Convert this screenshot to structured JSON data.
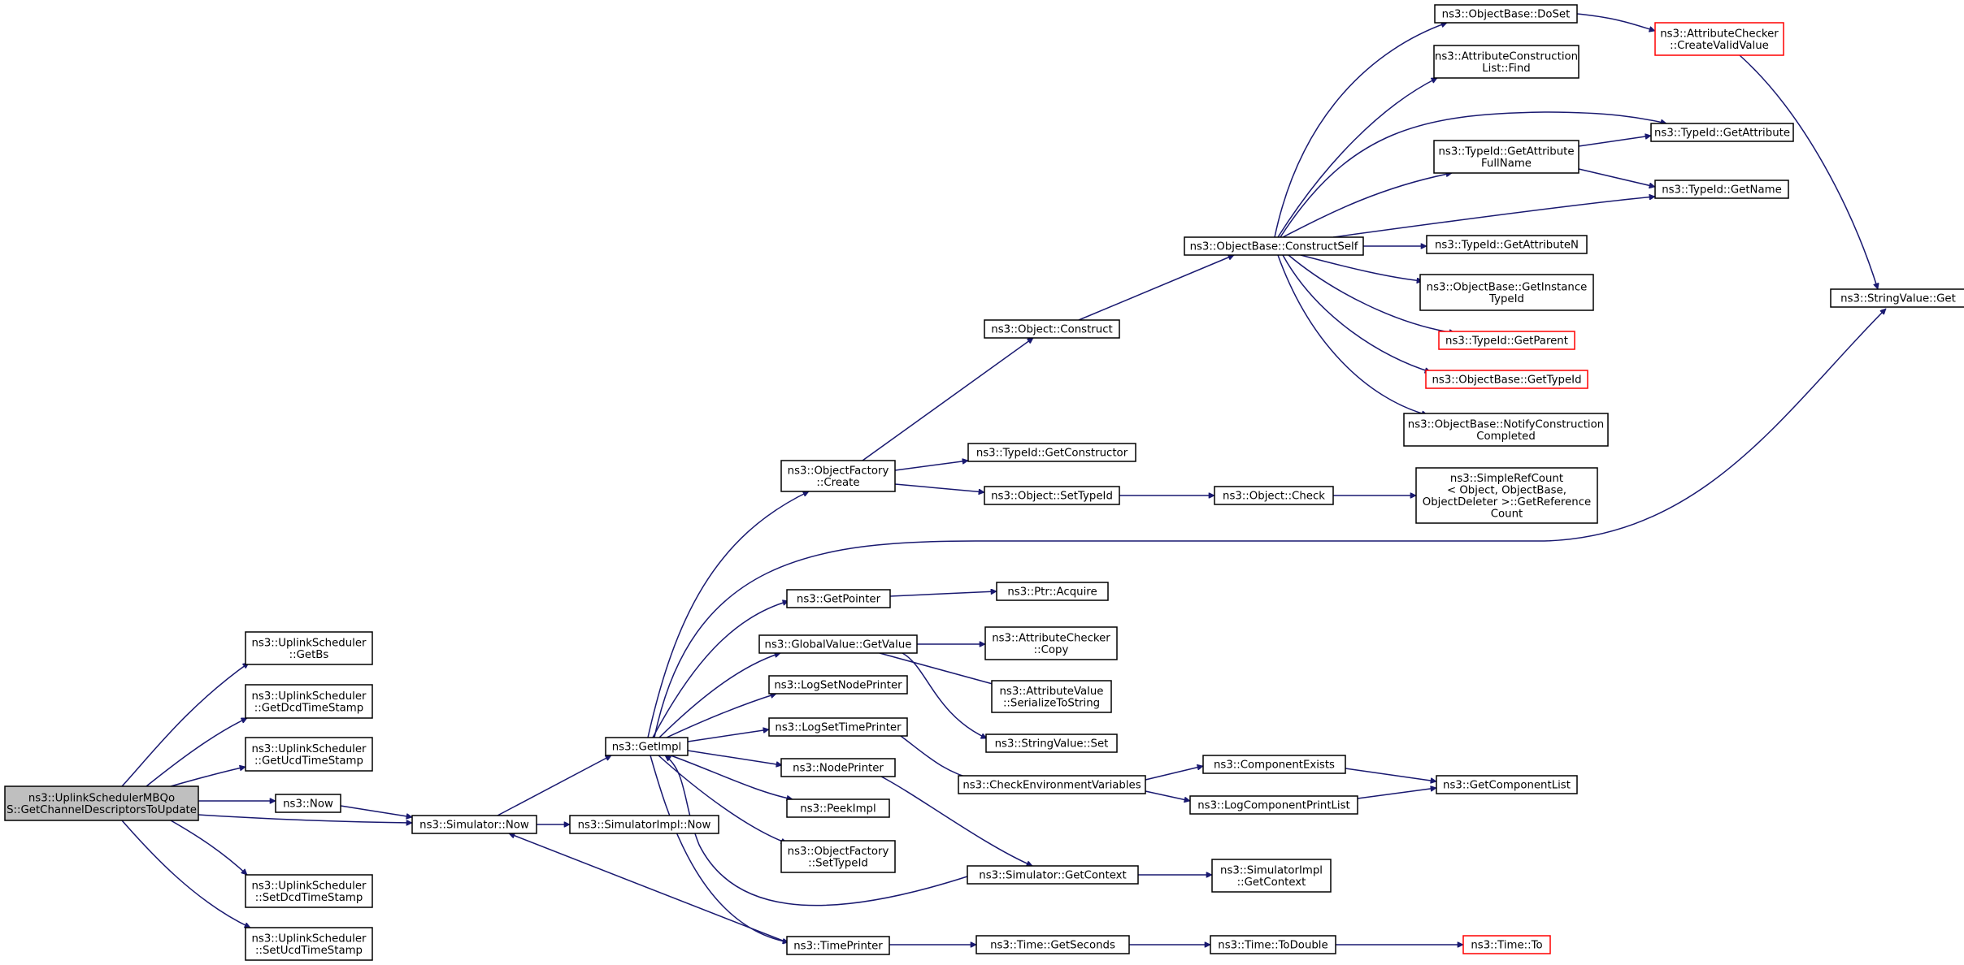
{
  "nodes": [
    {
      "id": "root",
      "lines": [
        "ns3::UplinkSchedulerMBQo",
        "S::GetChannelDescriptorsToUpdate"
      ],
      "style": "root"
    },
    {
      "id": "getbs",
      "lines": [
        "ns3::UplinkScheduler",
        "::GetBs"
      ]
    },
    {
      "id": "getdcd",
      "lines": [
        "ns3::UplinkScheduler",
        "::GetDcdTimeStamp"
      ]
    },
    {
      "id": "getucd",
      "lines": [
        "ns3::UplinkScheduler",
        "::GetUcdTimeStamp"
      ]
    },
    {
      "id": "now",
      "lines": [
        "ns3::Now"
      ]
    },
    {
      "id": "setdcd",
      "lines": [
        "ns3::UplinkScheduler",
        "::SetDcdTimeStamp"
      ]
    },
    {
      "id": "setucd",
      "lines": [
        "ns3::UplinkScheduler",
        "::SetUcdTimeStamp"
      ]
    },
    {
      "id": "simnow",
      "lines": [
        "ns3::Simulator::Now"
      ]
    },
    {
      "id": "getimpl",
      "lines": [
        "ns3::GetImpl"
      ]
    },
    {
      "id": "simimplnow",
      "lines": [
        "ns3::SimulatorImpl::Now"
      ]
    },
    {
      "id": "ofcreate",
      "lines": [
        "ns3::ObjectFactory",
        "::Create"
      ]
    },
    {
      "id": "getpointer",
      "lines": [
        "ns3::GetPointer"
      ]
    },
    {
      "id": "gvgetvalue",
      "lines": [
        "ns3::GlobalValue::GetValue"
      ]
    },
    {
      "id": "logsetnode",
      "lines": [
        "ns3::LogSetNodePrinter"
      ]
    },
    {
      "id": "logsettime",
      "lines": [
        "ns3::LogSetTimePrinter"
      ]
    },
    {
      "id": "nodeprinter",
      "lines": [
        "ns3::NodePrinter"
      ]
    },
    {
      "id": "peekimpl",
      "lines": [
        "ns3::PeekImpl"
      ]
    },
    {
      "id": "ofsettypeid",
      "lines": [
        "ns3::ObjectFactory",
        "::SetTypeId"
      ]
    },
    {
      "id": "timeprinter",
      "lines": [
        "ns3::TimePrinter"
      ]
    },
    {
      "id": "objconstruct",
      "lines": [
        "ns3::Object::Construct"
      ]
    },
    {
      "id": "getconstructor",
      "lines": [
        "ns3::TypeId::GetConstructor"
      ]
    },
    {
      "id": "objsettypeid",
      "lines": [
        "ns3::Object::SetTypeId"
      ]
    },
    {
      "id": "ptracquire",
      "lines": [
        "ns3::Ptr::Acquire"
      ]
    },
    {
      "id": "acCopy",
      "lines": [
        "ns3::AttributeChecker",
        "::Copy"
      ]
    },
    {
      "id": "avSerialize",
      "lines": [
        "ns3::AttributeValue",
        "::SerializeToString"
      ]
    },
    {
      "id": "svSet",
      "lines": [
        "ns3::StringValue::Set"
      ]
    },
    {
      "id": "checkenv",
      "lines": [
        "ns3::CheckEnvironmentVariables"
      ]
    },
    {
      "id": "simgetcontext",
      "lines": [
        "ns3::Simulator::GetContext"
      ]
    },
    {
      "id": "timegetseconds",
      "lines": [
        "ns3::Time::GetSeconds"
      ]
    },
    {
      "id": "constructself",
      "lines": [
        "ns3::ObjectBase::ConstructSelf"
      ]
    },
    {
      "id": "objcheck",
      "lines": [
        "ns3::Object::Check"
      ]
    },
    {
      "id": "compexists",
      "lines": [
        "ns3::ComponentExists"
      ]
    },
    {
      "id": "logcompprint",
      "lines": [
        "ns3::LogComponentPrintList"
      ]
    },
    {
      "id": "simimplctx",
      "lines": [
        "ns3::SimulatorImpl",
        "::GetContext"
      ]
    },
    {
      "id": "timetodouble",
      "lines": [
        "ns3::Time::ToDouble"
      ]
    },
    {
      "id": "doset",
      "lines": [
        "ns3::ObjectBase::DoSet"
      ]
    },
    {
      "id": "aclfind",
      "lines": [
        "ns3::AttributeConstruction",
        "List::Find"
      ]
    },
    {
      "id": "tidgetattrfull",
      "lines": [
        "ns3::TypeId::GetAttribute",
        "FullName"
      ]
    },
    {
      "id": "tidgetattrn",
      "lines": [
        "ns3::TypeId::GetAttributeN"
      ]
    },
    {
      "id": "obgetinstance",
      "lines": [
        "ns3::ObjectBase::GetInstance",
        "TypeId"
      ]
    },
    {
      "id": "tidgetparent",
      "lines": [
        "ns3::TypeId::GetParent"
      ],
      "style": "red"
    },
    {
      "id": "obgettypeid",
      "lines": [
        "ns3::ObjectBase::GetTypeId"
      ],
      "style": "red"
    },
    {
      "id": "obnotify",
      "lines": [
        "ns3::ObjectBase::NotifyConstruction",
        "Completed"
      ]
    },
    {
      "id": "simplerefcount",
      "lines": [
        "ns3::SimpleRefCount",
        "< Object, ObjectBase,",
        "ObjectDeleter >::GetReference",
        "Count"
      ]
    },
    {
      "id": "getcomplist",
      "lines": [
        "ns3::GetComponentList"
      ]
    },
    {
      "id": "timeto",
      "lines": [
        "ns3::Time::To"
      ],
      "style": "red"
    },
    {
      "id": "accreatevalid",
      "lines": [
        "ns3::AttributeChecker",
        "::CreateValidValue"
      ],
      "style": "red"
    },
    {
      "id": "tidgetattr",
      "lines": [
        "ns3::TypeId::GetAttribute"
      ]
    },
    {
      "id": "tidgetname",
      "lines": [
        "ns3::TypeId::GetName"
      ]
    },
    {
      "id": "svget",
      "lines": [
        "ns3::StringValue::Get"
      ]
    }
  ],
  "edges": [
    [
      "root",
      "getbs"
    ],
    [
      "root",
      "getdcd"
    ],
    [
      "root",
      "getucd"
    ],
    [
      "root",
      "now"
    ],
    [
      "root",
      "simnow"
    ],
    [
      "root",
      "setdcd"
    ],
    [
      "root",
      "setucd"
    ],
    [
      "now",
      "simnow"
    ],
    [
      "simnow",
      "getimpl"
    ],
    [
      "simnow",
      "simimplnow"
    ],
    [
      "getimpl",
      "ofcreate"
    ],
    [
      "getimpl",
      "getpointer"
    ],
    [
      "getimpl",
      "gvgetvalue"
    ],
    [
      "getimpl",
      "logsetnode"
    ],
    [
      "getimpl",
      "logsettime"
    ],
    [
      "getimpl",
      "nodeprinter"
    ],
    [
      "getimpl",
      "peekimpl"
    ],
    [
      "getimpl",
      "ofsettypeid"
    ],
    [
      "getimpl",
      "timeprinter"
    ],
    [
      "getimpl",
      "svget"
    ],
    [
      "ofcreate",
      "objconstruct"
    ],
    [
      "ofcreate",
      "getconstructor"
    ],
    [
      "ofcreate",
      "objsettypeid"
    ],
    [
      "objconstruct",
      "constructself"
    ],
    [
      "objsettypeid",
      "objcheck"
    ],
    [
      "objcheck",
      "simplerefcount"
    ],
    [
      "getpointer",
      "ptracquire"
    ],
    [
      "gvgetvalue",
      "acCopy"
    ],
    [
      "gvgetvalue",
      "avSerialize"
    ],
    [
      "gvgetvalue",
      "svSet"
    ],
    [
      "logsettime",
      "checkenv"
    ],
    [
      "nodeprinter",
      "simgetcontext"
    ],
    [
      "timeprinter",
      "simnow"
    ],
    [
      "timeprinter",
      "timegetseconds"
    ],
    [
      "checkenv",
      "compexists"
    ],
    [
      "checkenv",
      "logcompprint"
    ],
    [
      "compexists",
      "getcomplist"
    ],
    [
      "logcompprint",
      "getcomplist"
    ],
    [
      "simgetcontext",
      "getimpl"
    ],
    [
      "simgetcontext",
      "simimplctx"
    ],
    [
      "timegetseconds",
      "timetodouble"
    ],
    [
      "timetodouble",
      "timeto"
    ],
    [
      "constructself",
      "doset"
    ],
    [
      "constructself",
      "aclfind"
    ],
    [
      "constructself",
      "tidgetattr"
    ],
    [
      "constructself",
      "tidgetattrfull"
    ],
    [
      "constructself",
      "tidgetname"
    ],
    [
      "constructself",
      "tidgetattrn"
    ],
    [
      "constructself",
      "obgetinstance"
    ],
    [
      "constructself",
      "tidgetparent"
    ],
    [
      "constructself",
      "obgettypeid"
    ],
    [
      "constructself",
      "obnotify"
    ],
    [
      "doset",
      "accreatevalid"
    ],
    [
      "accreatevalid",
      "svget"
    ],
    [
      "tidgetattrfull",
      "tidgetattr"
    ],
    [
      "tidgetattrfull",
      "tidgetname"
    ]
  ]
}
